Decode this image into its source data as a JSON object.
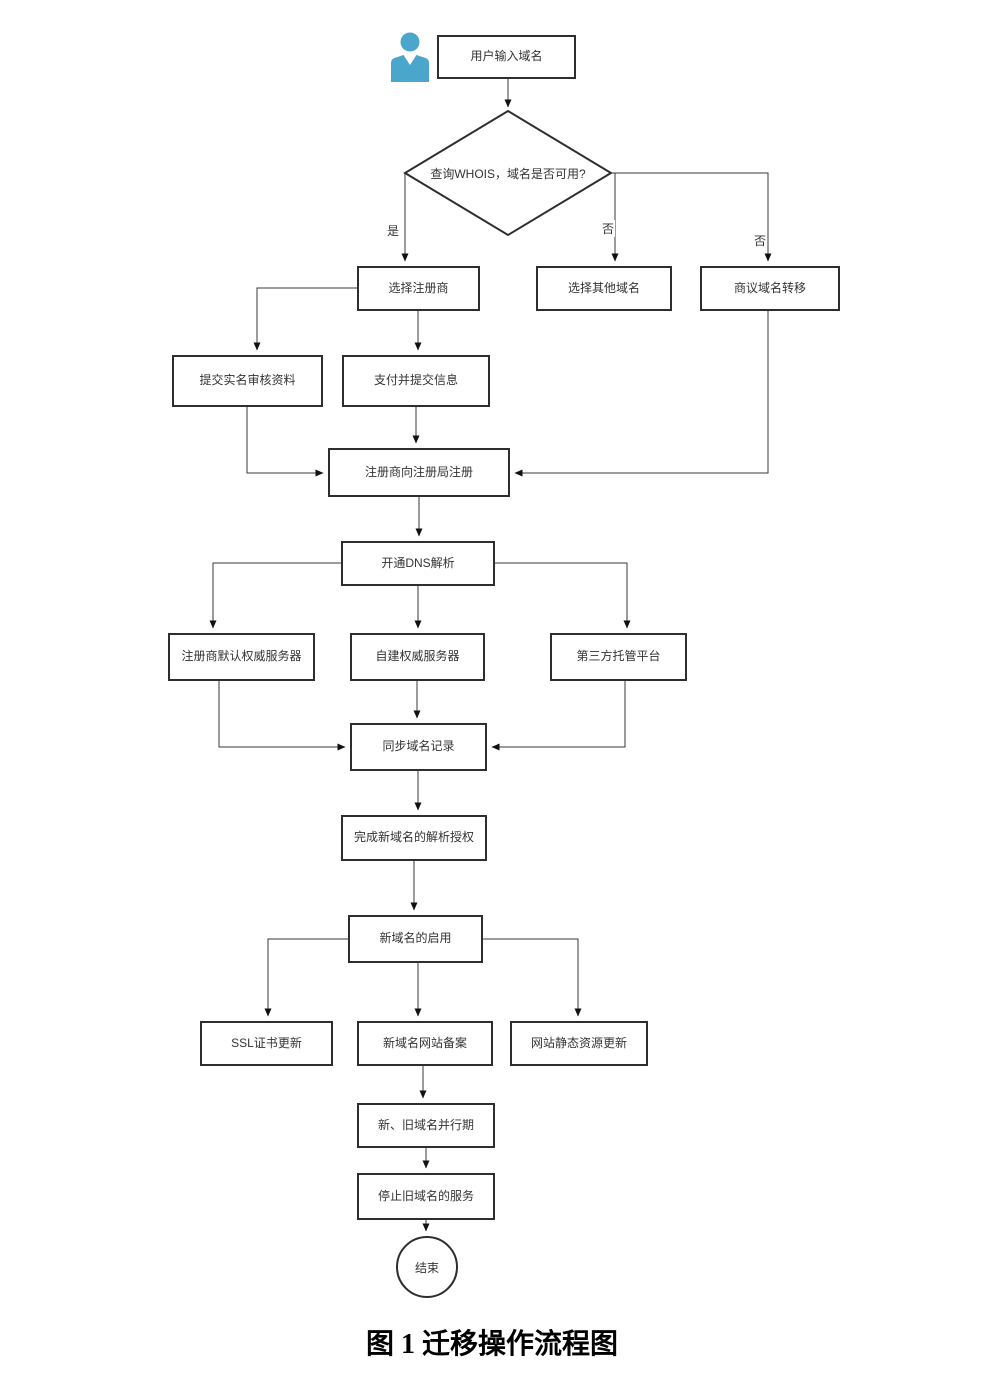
{
  "figure": {
    "caption": "图 1 迁移操作流程图"
  },
  "flowchart": {
    "nodes": {
      "start": {
        "label": "用户输入域名"
      },
      "decision": {
        "label": "查询WHOIS，域名是否可用?"
      },
      "choose_registrar": {
        "label": "选择注册商"
      },
      "choose_other": {
        "label": "选择其他域名"
      },
      "negotiate_transfer": {
        "label": "商议域名转移"
      },
      "submit_realname": {
        "label": "提交实名审核资料"
      },
      "pay_submit": {
        "label": "支付并提交信息"
      },
      "registrar_register": {
        "label": "注册商向注册局注册"
      },
      "enable_dns": {
        "label": "开通DNS解析"
      },
      "registrar_default_ns": {
        "label": "注册商默认权威服务器"
      },
      "self_built_ns": {
        "label": "自建权威服务器"
      },
      "third_party_platform": {
        "label": "第三方托管平台"
      },
      "sync_records": {
        "label": "同步域名记录"
      },
      "complete_auth": {
        "label": "完成新域名的解析授权"
      },
      "enable_new_domain": {
        "label": "新域名的启用"
      },
      "ssl_update": {
        "label": "SSL证书更新"
      },
      "website_filing": {
        "label": "新域名网站备案"
      },
      "static_update": {
        "label": "网站静态资源更新"
      },
      "parallel_period": {
        "label": "新、旧域名并行期"
      },
      "stop_old": {
        "label": "停止旧域名的服务"
      },
      "end": {
        "label": "结束"
      }
    },
    "edge_labels": {
      "yes": "是",
      "no_other": "否",
      "no_transfer": "否"
    },
    "colors": {
      "user_icon": "#4BA6CC",
      "line": "#3a3a3a"
    }
  }
}
